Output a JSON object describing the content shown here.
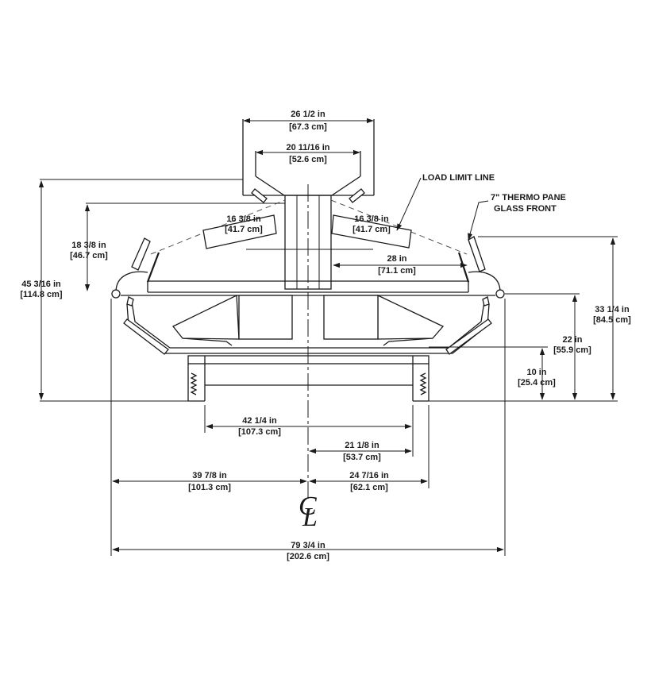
{
  "dimensions": {
    "top_outer_width": {
      "imperial": "26 1/2 in",
      "metric": "[67.3 cm]"
    },
    "top_inner_width": {
      "imperial": "20 11/16 in",
      "metric": "[52.6 cm]"
    },
    "load_side_left": {
      "imperial": "16 3/8 in",
      "metric": "[41.7 cm]"
    },
    "load_side_right": {
      "imperial": "16 3/8 in",
      "metric": "[41.7 cm]"
    },
    "dome_height": {
      "imperial": "18 3/8 in",
      "metric": "[46.7 cm]"
    },
    "overall_height": {
      "imperial": "45 3/16 in",
      "metric": "[114.8 cm]"
    },
    "half_chord": {
      "imperial": "28 in",
      "metric": "[71.1 cm]"
    },
    "front_height": {
      "imperial": "33 1/4 in",
      "metric": "[84.5 cm]"
    },
    "rim_height": {
      "imperial": "22 in",
      "metric": "[55.9 cm]"
    },
    "base_height": {
      "imperial": "10 in",
      "metric": "[25.4 cm]"
    },
    "base_inner_width": {
      "imperial": "42 1/4 in",
      "metric": "[107.3 cm]"
    },
    "base_half_width": {
      "imperial": "21 1/8 in",
      "metric": "[53.7 cm]"
    },
    "left_radius": {
      "imperial": "39 7/8 in",
      "metric": "[101.3 cm]"
    },
    "right_radius": {
      "imperial": "24 7/16 in",
      "metric": "[62.1 cm]"
    },
    "overall_width": {
      "imperial": "79 3/4 in",
      "metric": "[202.6 cm]"
    }
  },
  "notes": {
    "load_limit": "LOAD LIMIT LINE",
    "glass_line1": "7\" THERMO PANE",
    "glass_line2": "GLASS FRONT"
  },
  "centerline_symbol": {
    "c": "C",
    "l": "L"
  }
}
